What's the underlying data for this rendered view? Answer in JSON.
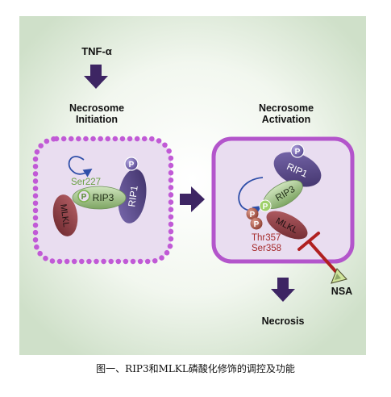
{
  "labels": {
    "stimulus": "TNF-α",
    "stage1": [
      "Necrosome",
      "Initiation"
    ],
    "stage2": [
      "Necrosome",
      "Activation"
    ],
    "outcome": "Necrosis",
    "inhibitor": "NSA"
  },
  "proteins": {
    "rip1": "RIP1",
    "rip3": "RIP3",
    "mlkl": "MLKL",
    "phospho": "P"
  },
  "sites": {
    "rip3_site": "Ser227",
    "mlkl_sites": [
      "Thr357",
      "Ser358"
    ]
  },
  "caption": "图一、RIP3和MLKL磷酸化修饰的调控及功能",
  "colors": {
    "background_from": "#ffffff",
    "background_to": "#cfe0c9",
    "membrane": "#c15ad6",
    "cell_fill": "#e9ddf0",
    "rip1": "#4e3e7c",
    "rip3": "#9cbf7f",
    "mlkl": "#8a3a40",
    "phospho": "#b45a49",
    "rip1_phospho": "#6d5aa8",
    "site_green": "#7bb04f",
    "site_red": "#a52a2a",
    "arrow": "#3d2563",
    "inhibitor": "#b02020"
  },
  "icons": [
    "feedback-arrow-icon",
    "down-arrow-icon",
    "right-arrow-icon",
    "inhibition-bar-icon",
    "triangle-icon"
  ]
}
